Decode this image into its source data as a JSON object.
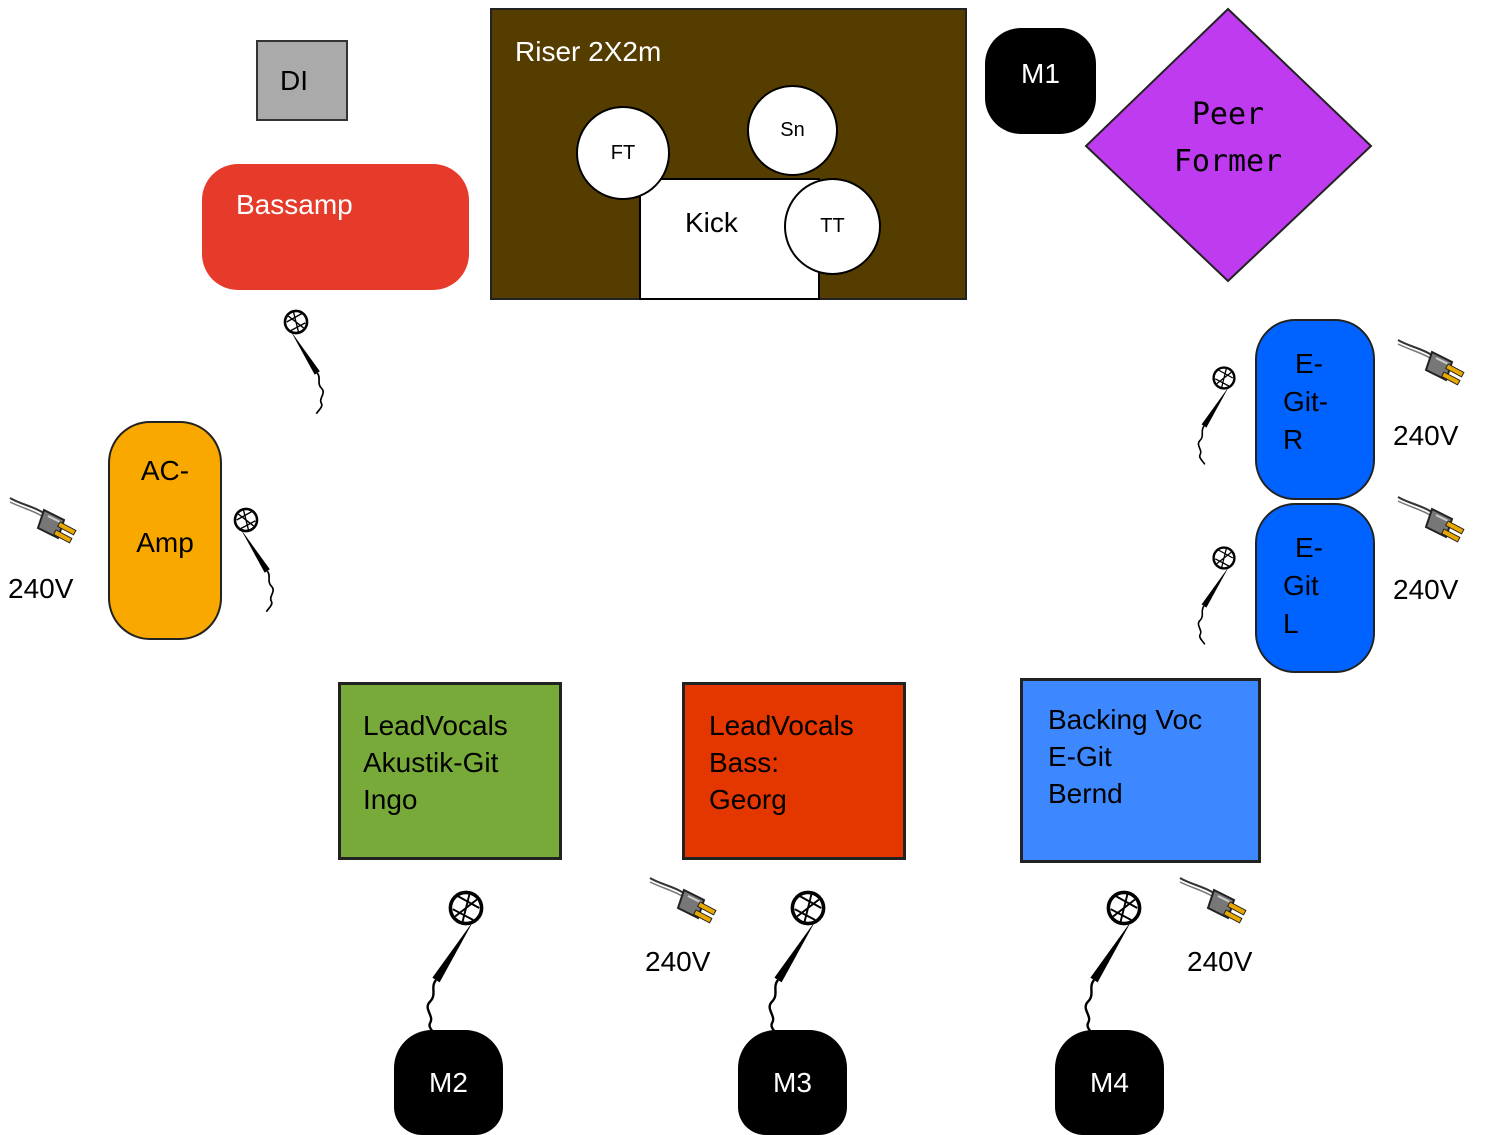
{
  "di": "DI",
  "riser": {
    "label": "Riser 2X2m",
    "kick": "Kick",
    "ft": "FT",
    "sn": "Sn",
    "tt": "TT"
  },
  "bassamp": "Bassamp",
  "m1": "M1",
  "peer_former": {
    "line1": "Peer",
    "line2": "Former"
  },
  "ac_amp": {
    "line1": "AC-",
    "line2": "Amp"
  },
  "egit_r": {
    "line1": "E-",
    "line2": "Git-",
    "line3": "R"
  },
  "egit_l": {
    "line1": "E-",
    "line2": "Git",
    "line3": "L"
  },
  "voltage": "240V",
  "ingo": {
    "line1": "LeadVocals",
    "line2": "Akustik-Git",
    "line3": "Ingo"
  },
  "georg": {
    "line1": "LeadVocals",
    "line2": "Bass:",
    "line3": "Georg"
  },
  "bernd": {
    "line1": "Backing Voc",
    "line2": "E-Git",
    "line3": "Bernd"
  },
  "monitors": {
    "m2": "M2",
    "m3": "M3",
    "m4": "M4"
  },
  "colors": {
    "riser": "#553d00",
    "bassamp": "#e63b2a",
    "peer_former": "#bf3bf0",
    "ac_amp": "#f9a800",
    "egit": "#0062ff",
    "ingo": "#77aa38",
    "georg": "#e43700",
    "bernd": "#3d88ff",
    "di": "#aaaaaa"
  }
}
